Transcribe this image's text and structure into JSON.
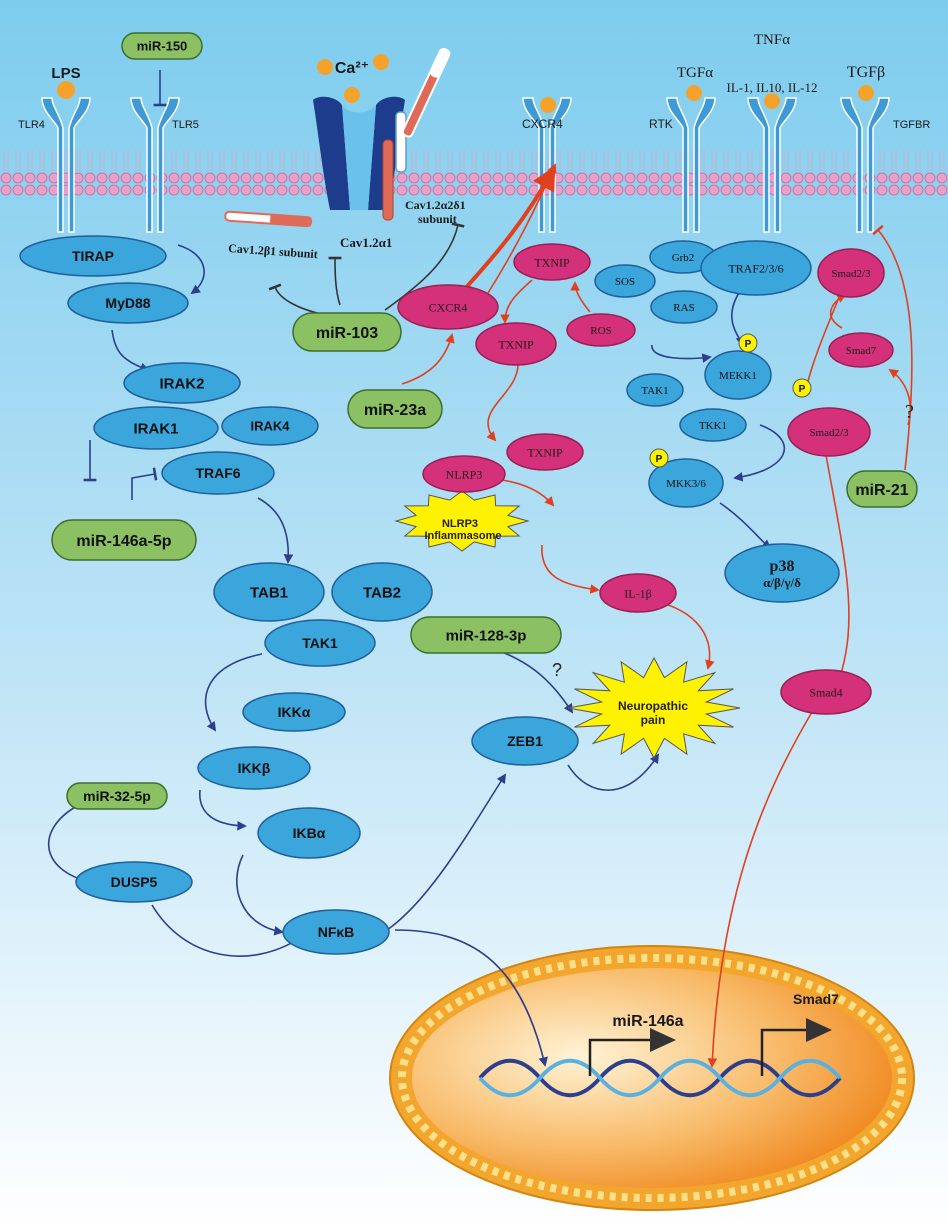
{
  "ligands": {
    "lps": "LPS",
    "ca": "Ca²⁺",
    "tgfa": "TGFα",
    "tnfa": "TNFα",
    "interleukins": "IL-1, IL10, IL-12",
    "tgfb": "TGFβ"
  },
  "receptors": {
    "tlr4": "TLR4",
    "tlr5": "TLR5",
    "cxcr4": "CXCR4",
    "rtk": "RTK",
    "tgfbr": "TGFBR"
  },
  "channel": {
    "alpha1": "Cav1.2α1",
    "beta1": "Cav1.2β1 subunit",
    "a2d1_line1": "Cav1.2α2δ1",
    "a2d1_line2": "subunit"
  },
  "mirnas": {
    "mir150": "miR-150",
    "mir103": "miR-103",
    "mir23a": "miR-23a",
    "mir146a5p": "miR-146a-5p",
    "mir1283p": "miR-128-3p",
    "mir325p": "miR-32-5p",
    "mir21": "miR-21"
  },
  "blue_nodes": {
    "tirap": "TIRAP",
    "myd88": "MyD88",
    "irak2": "IRAK2",
    "irak1": "IRAK1",
    "irak4": "IRAK4",
    "traf6": "TRAF6",
    "tab1": "TAB1",
    "tab2": "TAB2",
    "tak1": "TAK1",
    "ikka": "IKKα",
    "ikkb": "IKKβ",
    "ikba": "IKBα",
    "dusp5": "DUSP5",
    "nfkb": "NFκB",
    "zeb1": "ZEB1",
    "sos": "SOS",
    "grb2": "Grb2",
    "ras": "RAS",
    "traf236": "TRAF2/3/6",
    "mekk1": "MEKK1",
    "tak1_right": "TAK1",
    "tkk1": "TKK1",
    "mkk36": "MKK3/6",
    "p38_line1": "p38",
    "p38_line2": "α/β/γ/δ"
  },
  "pink_nodes": {
    "txnip_top": "TXNIP",
    "cxcr4": "CXCR4",
    "ros": "ROS",
    "txnip_mid": "TXNIP",
    "nlrp3": "NLRP3",
    "txnip_low": "TXNIP",
    "il1b": "IL-1β",
    "smad23_top": "Smad2/3",
    "smad7": "Smad7",
    "smad23_low": "Smad2/3",
    "smad4": "Smad4"
  },
  "phospho": "P",
  "bursts": {
    "inflammasome_line1": "NLRP3",
    "inflammasome_line2": "Inflammasome",
    "pain_line1": "Neuropathic",
    "pain_line2": "pain"
  },
  "unknown_marks": {
    "mir128": "?",
    "mir21": "?"
  },
  "nucleus": {
    "mir146a_gene": "miR-146a",
    "smad7_gene": "Smad7"
  },
  "colors": {
    "blue_node": "#3aa6dc",
    "pink_node": "#d4317a",
    "green_node": "#8bc163",
    "burst": "#fff200",
    "blue_arrow": "#2c3e8c",
    "red_arrow": "#e0401e",
    "ligand": "#f4a22c",
    "nucleus": "#f08a1e"
  }
}
